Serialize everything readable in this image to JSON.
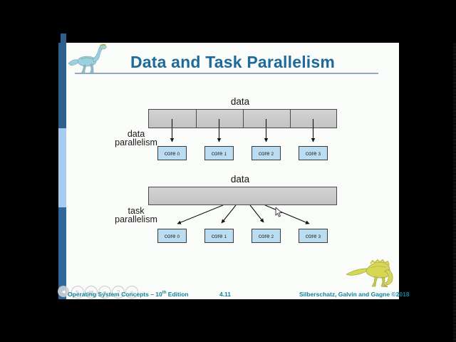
{
  "slide": {
    "title": "Data and Task Parallelism",
    "footer_left_prefix": "Operating System Concepts – 10",
    "footer_left_sup": "th",
    "footer_left_suffix": " Edition",
    "page_number": "4.11",
    "footer_right": "Silberschatz, Galvin and Gagne ©2018"
  },
  "diagrams": {
    "data_parallelism": {
      "data_label": "data",
      "side_label_line1": "data",
      "side_label_line2": "parallelism",
      "cores": [
        {
          "label": "core",
          "sub": "0"
        },
        {
          "label": "core",
          "sub": "1"
        },
        {
          "label": "core",
          "sub": "2"
        },
        {
          "label": "core",
          "sub": "3"
        }
      ]
    },
    "task_parallelism": {
      "data_label": "data",
      "side_label_line1": "task",
      "side_label_line2": "parallelism",
      "cores": [
        {
          "label": "core",
          "sub": "0"
        },
        {
          "label": "core",
          "sub": "1"
        },
        {
          "label": "core",
          "sub": "2"
        },
        {
          "label": "core",
          "sub": "3"
        }
      ]
    }
  },
  "nav": {
    "items": [
      {
        "name": "previous-slide",
        "glyph": "◄"
      },
      {
        "name": "pen-tool",
        "glyph": "✎"
      },
      {
        "name": "slide-overview",
        "glyph": "▤"
      },
      {
        "name": "zoom-tool",
        "glyph": "●"
      },
      {
        "name": "help",
        "glyph": "?"
      },
      {
        "name": "menu",
        "glyph": "≡"
      }
    ]
  },
  "colors": {
    "title_blue": "#1d6a9b",
    "footer_teal": "#15809b",
    "sidebar_dark_blue": "#2d608c",
    "sidebar_light_blue": "#a6ccf1",
    "core_box_fill": "#bbddf2",
    "data_bar_fill": "#c9c9c9",
    "slide_background": "#fafcf9"
  }
}
